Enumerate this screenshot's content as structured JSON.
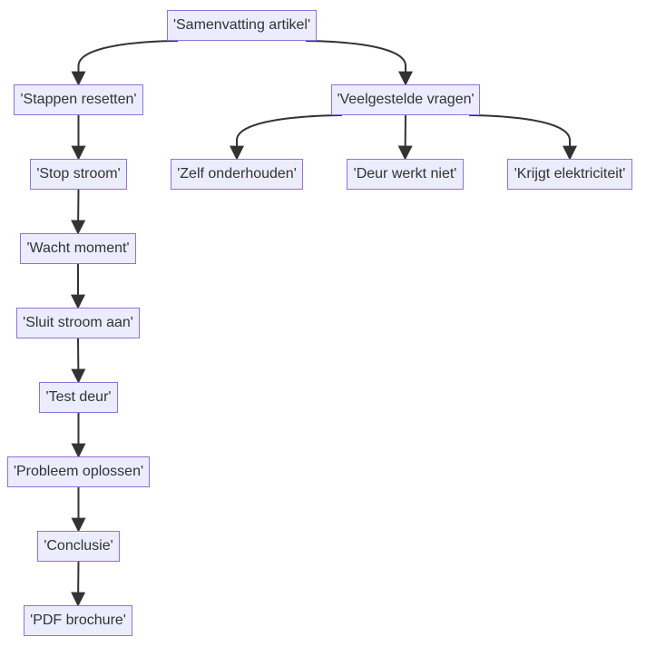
{
  "nodes": {
    "root": "'Samenvatting artikel'",
    "steps": "'Stappen resetten'",
    "faq": "'Veelgestelde vragen'",
    "stop": "'Stop stroom'",
    "wait": "'Wacht moment'",
    "connect": "'Sluit stroom aan'",
    "test": "'Test deur'",
    "solve": "'Probleem oplossen'",
    "conclusion": "'Conclusie'",
    "pdf": "'PDF brochure'",
    "maintain": "'Zelf onderhouden'",
    "door": "'Deur werkt niet'",
    "power": "'Krijgt elektriciteit'"
  },
  "edges": [
    [
      "root",
      "steps"
    ],
    [
      "root",
      "faq"
    ],
    [
      "steps",
      "stop"
    ],
    [
      "stop",
      "wait"
    ],
    [
      "wait",
      "connect"
    ],
    [
      "connect",
      "test"
    ],
    [
      "test",
      "solve"
    ],
    [
      "solve",
      "conclusion"
    ],
    [
      "conclusion",
      "pdf"
    ],
    [
      "faq",
      "maintain"
    ],
    [
      "faq",
      "door"
    ],
    [
      "faq",
      "power"
    ]
  ],
  "colors": {
    "node_fill": "#ECECFF",
    "node_border": "#9370DB",
    "text": "#333333",
    "edge": "#333333"
  }
}
